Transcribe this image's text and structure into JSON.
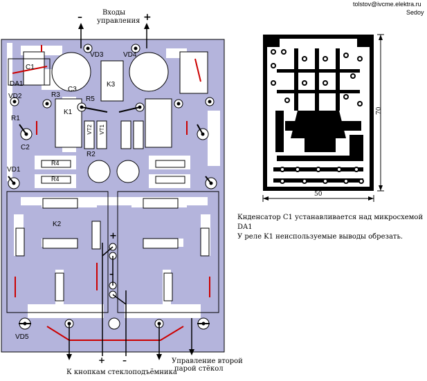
{
  "header": {
    "email": "tolstov@ivcme.elektra.ru",
    "author": "Sedoy"
  },
  "inputs_label": [
    "Входы",
    "управления"
  ],
  "signs": {
    "minus": "–",
    "plus": "+"
  },
  "component_labels": {
    "c1": "C1",
    "da1": "DA1",
    "vd2": "VD2",
    "r1": "R1",
    "c2": "C2",
    "vd3": "VD3",
    "vd4": "VD4",
    "c3": "C3",
    "k3": "K3",
    "r3": "R3",
    "r5": "R5",
    "k1": "K1",
    "vt2": "VT2",
    "vt1": "VT1",
    "r2": "R2",
    "r4a": "R4",
    "r4b": "R4",
    "vd1": "VD1",
    "k2": "K2",
    "vd5": "VD5"
  },
  "board_signs": {
    "plus": "+",
    "minus": "–"
  },
  "bottom_labels": {
    "buttons": "К кнопкам стеклоподъёмника",
    "control_second": [
      "Управление второй",
      "парой стёкол"
    ],
    "plus": "+",
    "minus": "–"
  },
  "dimensions": {
    "height": "70",
    "width": "50"
  },
  "notes": [
    "Кнденсатор C1 устанавливается над микросхемой",
    "DA1",
    "У реле K1 неиспользуемые выводы обрезать."
  ],
  "colors": {
    "board": "#b4b4dc",
    "trace": "#ffffff",
    "jumper": "#cc0000",
    "pcb_dark": "#000000"
  }
}
